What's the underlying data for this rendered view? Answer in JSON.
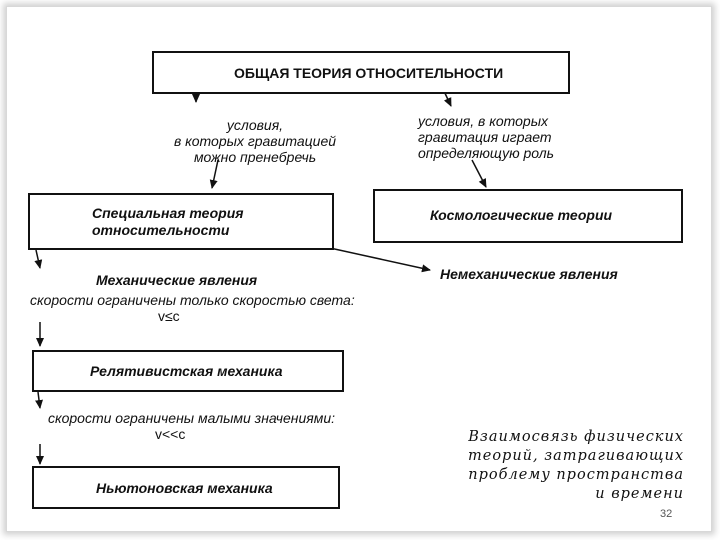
{
  "diagram": {
    "top_box": "ОБЩАЯ ТЕОРИЯ ОТНОСИТЕЛЬНОСТИ",
    "left_condition": [
      "условия,",
      "в которых гравитацией",
      "можно пренебречь"
    ],
    "right_condition": [
      "условия, в которых",
      "гравитация играет",
      "определяющую роль"
    ],
    "sr_box": [
      "Специальная теория",
      "относительности"
    ],
    "cosmo_box": "Космологические теории",
    "mech_label": "Механические явления",
    "nonmech_label": "Немеханические явления",
    "speed_cond_1": "скорости ограничены только скоростью света:",
    "speed_cond_1_formula": "v≤c",
    "rel_box": "Релятивистская механика",
    "speed_cond_2": "скорости ограничены малыми значениями:",
    "speed_cond_2_formula": "v<<c",
    "newton_box": "Ньютоновская механика"
  },
  "caption": [
    "Взаимосвязь физических",
    "теорий, затрагивающих",
    "проблему пространства",
    "и времени"
  ],
  "page_number": "32"
}
